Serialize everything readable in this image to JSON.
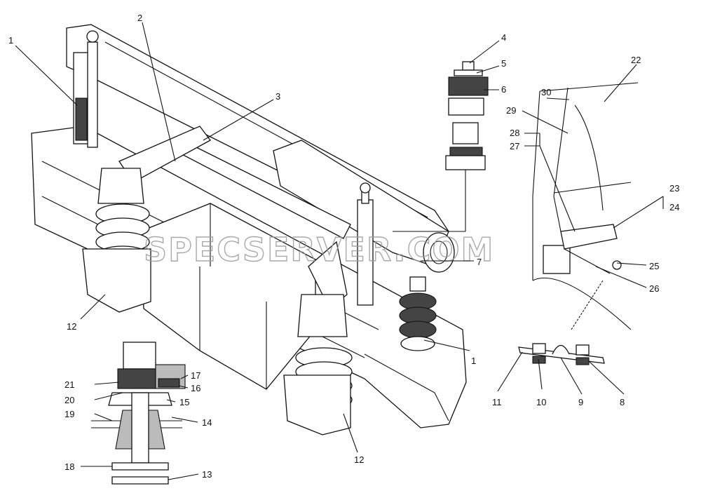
{
  "watermark": "SPECSERVER.COM",
  "callouts": {
    "c1a": "1",
    "c1b": "1",
    "c2": "2",
    "c3": "3",
    "c4": "4",
    "c5": "5",
    "c6": "6",
    "c7": "7",
    "c8": "8",
    "c9": "9",
    "c10": "10",
    "c11": "11",
    "c12a": "12",
    "c12b": "12",
    "c13": "13",
    "c14": "14",
    "c15": "15",
    "c16": "16",
    "c17": "17",
    "c18": "18",
    "c19": "19",
    "c20": "20",
    "c21": "21",
    "c22": "22",
    "c23": "23",
    "c24": "24",
    "c25": "25",
    "c26": "26",
    "c27": "27",
    "c28": "28",
    "c29": "29",
    "c30": "30"
  }
}
